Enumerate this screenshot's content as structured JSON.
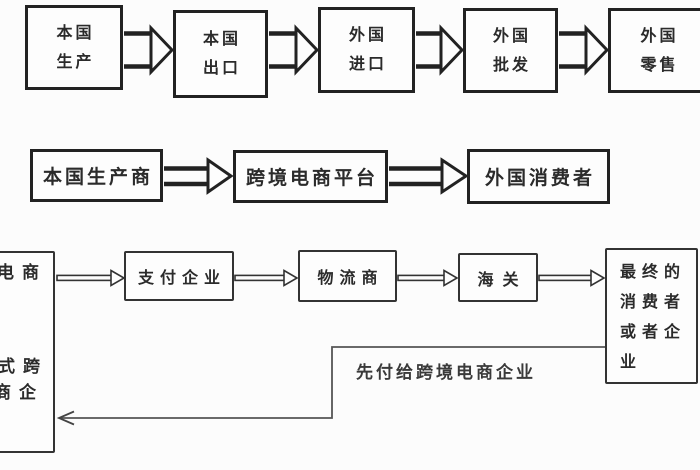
{
  "colors": {
    "background": "#fcfcfc",
    "box_border": "#222222",
    "thin_border": "#333333",
    "feedback_line": "#555555",
    "text": "#2b2b2b"
  },
  "flow_traditional": {
    "boxes": [
      {
        "line1": "本国",
        "line2": "生产"
      },
      {
        "line1": "本国",
        "line2": "出口"
      },
      {
        "line1": "外国",
        "line2": "进口"
      },
      {
        "line1": "外国",
        "line2": "批发"
      },
      {
        "line1": "外国",
        "line2": "零售"
      }
    ]
  },
  "flow_platform": {
    "producer": "本国生产商",
    "platform": "跨境电商平台",
    "consumer": "外国消费者"
  },
  "flow_operation": {
    "left_box_fragments": {
      "top": "电商",
      "mid": "式跨",
      "bottom": "商企"
    },
    "payment": "支付企业",
    "logistics": "物流商",
    "customs": "海关",
    "final_box_lines": [
      "最终的",
      "消费者",
      "或者企",
      "业"
    ],
    "feedback_label": "先付给跨境电商企业"
  }
}
